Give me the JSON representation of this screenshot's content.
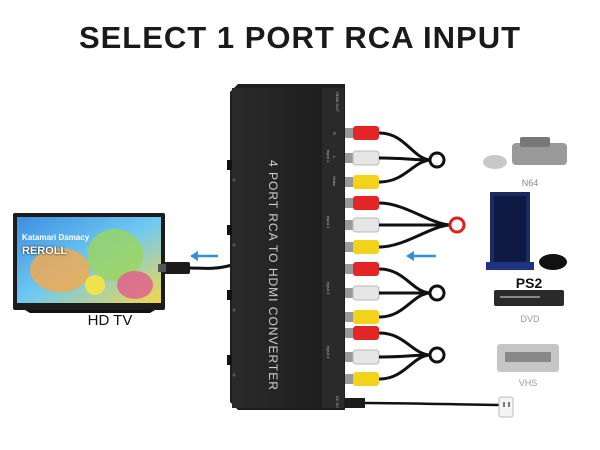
{
  "title": "SELECT 1 PORT RCA INPUT",
  "converter": {
    "name": "4 PORT RCA TO HDMI CONVERTER",
    "hdmi_out_label": "HDMI OUT",
    "dc_label": "DC 5V",
    "input_labels": [
      "Input 1",
      "Input 2",
      "Input 3",
      "Input 4"
    ],
    "input_channel_labels": [
      "R",
      "L",
      "Video"
    ],
    "selected_input": 2
  },
  "tv": {
    "label": "HD TV",
    "screen_text_line1": "Katamari Damacy",
    "screen_text_line2": "REROLL"
  },
  "sources": {
    "n64": "N64",
    "ps2": "PS2",
    "dvd": "DVD",
    "vhs": "VHS"
  },
  "colors": {
    "arrow": "#2f8fdc",
    "active_ring": "#e0201e",
    "rca_red": "#e32526",
    "rca_white": "#e6e6e6",
    "rca_yellow": "#f2d21a"
  }
}
